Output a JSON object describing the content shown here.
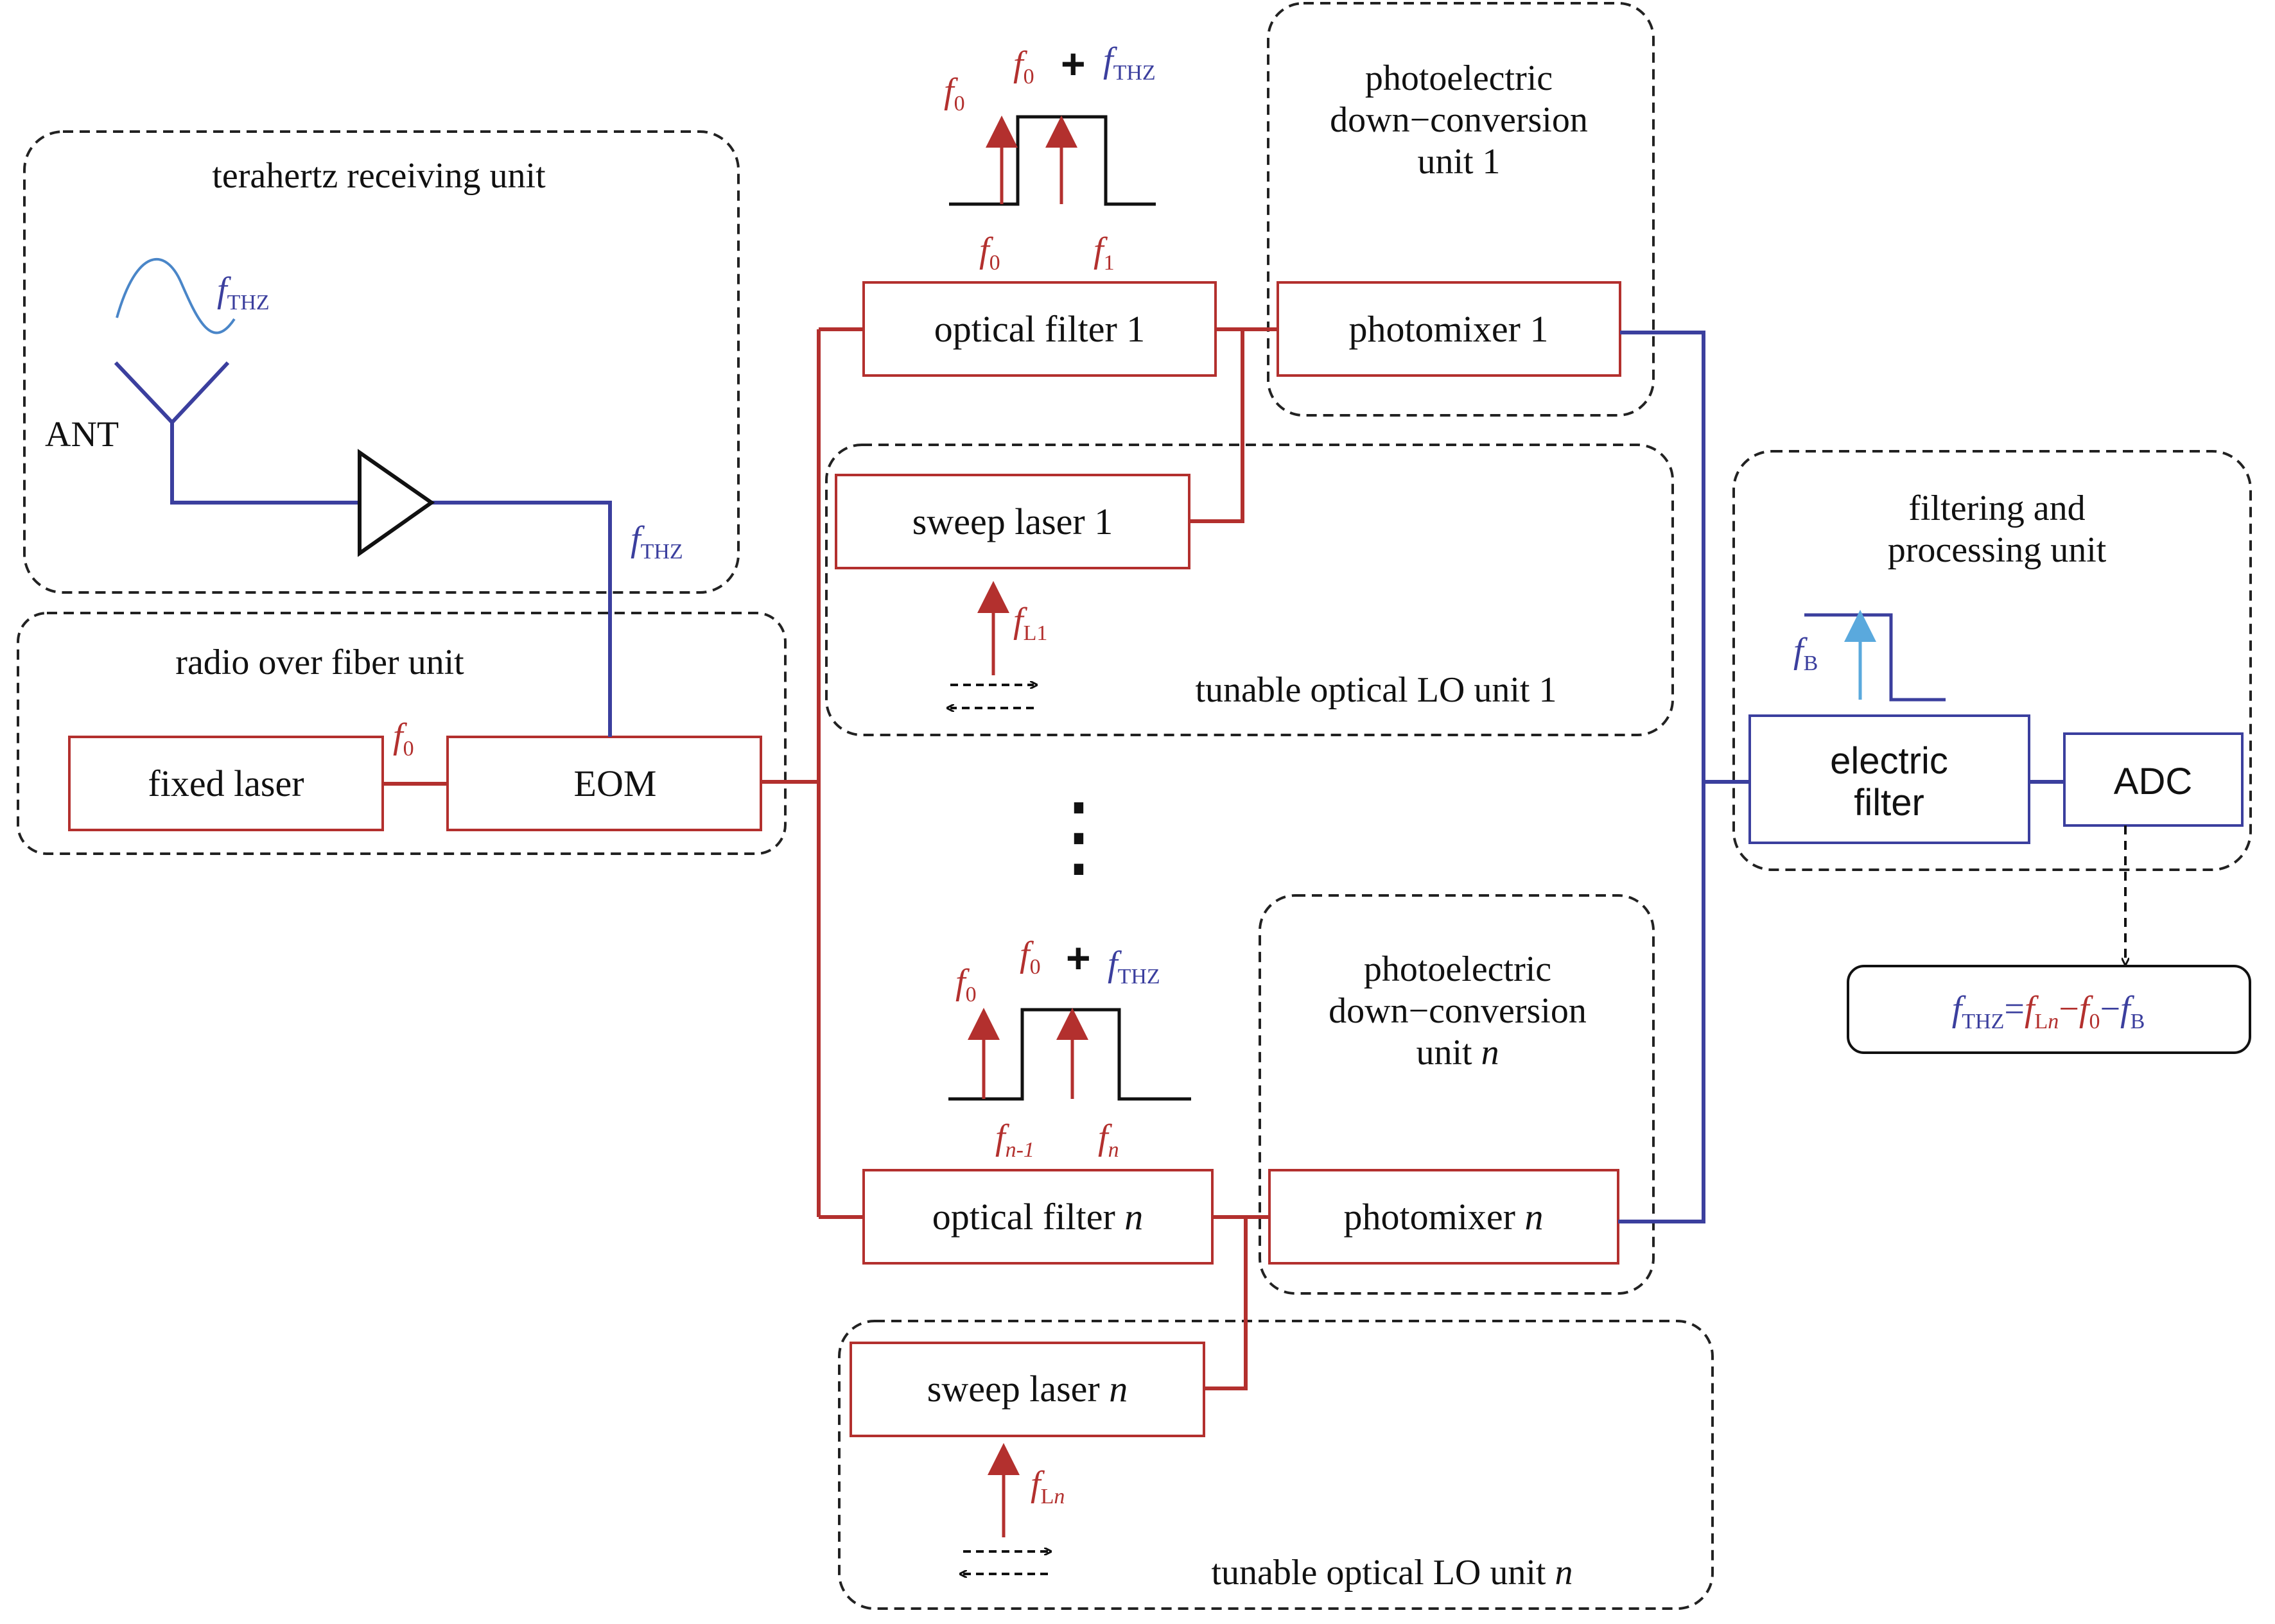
{
  "colors": {
    "optical": "#b3302e",
    "electrical": "#3b3f9e",
    "thz_wave": "#4a86c8",
    "fb_arrow": "#5aa9dd",
    "black": "#111111"
  },
  "units": {
    "terahertz_receiving": "terahertz receiving unit",
    "radio_over_fiber": "radio over fiber unit",
    "pdc1": [
      "photoelectric",
      "down−conversion",
      "unit 1"
    ],
    "pdcn": [
      "photoelectric",
      "down−conversion",
      "unit "
    ],
    "pdcn_n": "n",
    "lo1": "tunable optical LO unit 1",
    "lon": "tunable optical LO unit ",
    "lon_n": "n",
    "filtering": [
      "filtering and",
      "processing unit"
    ]
  },
  "blocks": {
    "fixed_laser": "fixed laser",
    "eom": "EOM",
    "optical_filter_1": "optical filter 1",
    "optical_filter_n": "optical filter ",
    "optical_filter_n_idx": "n",
    "photomixer_1": "photomixer 1",
    "photomixer_n": "photomixer ",
    "photomixer_n_idx": "n",
    "sweep_laser_1": "sweep laser 1",
    "sweep_laser_n": "sweep laser ",
    "sweep_laser_n_idx": "n",
    "electric_filter": [
      "electric",
      "filter"
    ],
    "adc": "ADC"
  },
  "labels": {
    "ant": "ANT",
    "f": "f",
    "sub_thz": "THZ",
    "sub_0": "0",
    "sub_1": "1",
    "sub_L1": "L1",
    "sub_L": "L",
    "sub_n": "n",
    "sub_n_minus_1": "n-1",
    "sub_B": "B",
    "plus": "+",
    "ellipsis_dots": "⋮",
    "formula_eq": "=",
    "formula_minus": "−"
  }
}
